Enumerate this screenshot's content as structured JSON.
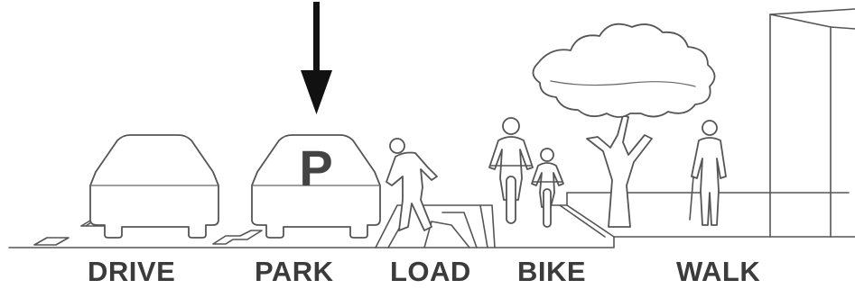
{
  "zones": {
    "drive": "DRIVE",
    "park": "PARK",
    "load": "LOAD",
    "bike": "BIKE",
    "walk": "WALK"
  },
  "parking_sign": "P",
  "colors": {
    "label": "#3b3b3b",
    "outline": "#555555",
    "arrow": "#111111",
    "sign": "#444444"
  },
  "icons": [
    "down-arrow-icon",
    "car-icon",
    "parked-car-icon",
    "pedestrian-icon",
    "cyclist-icon",
    "child-cyclist-icon",
    "tree-icon",
    "walking-person-icon",
    "building-icon"
  ]
}
